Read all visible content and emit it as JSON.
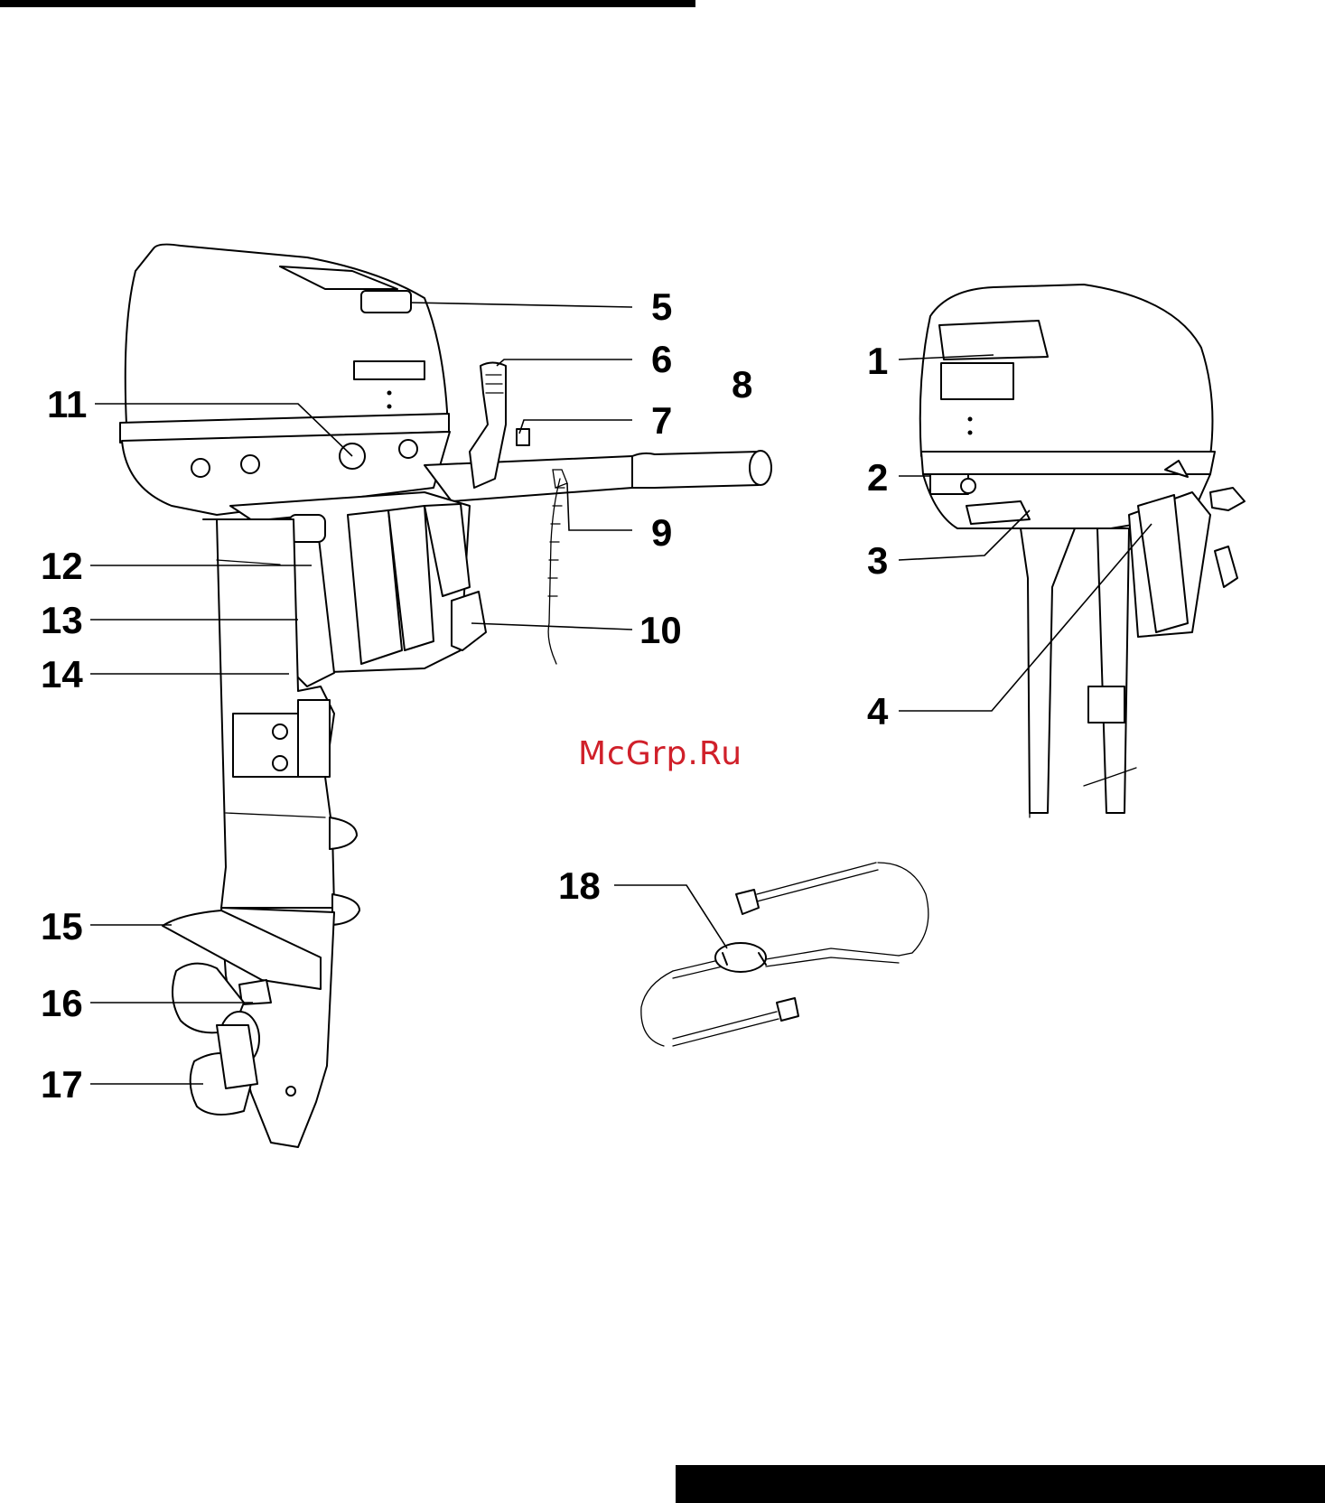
{
  "page": {
    "top_bar_color": "#000000",
    "bottom_bar_color": "#000000"
  },
  "watermark": "McGrp.Ru",
  "callouts": {
    "c1": "1",
    "c2": "2",
    "c3": "3",
    "c4": "4",
    "c5": "5",
    "c6": "6",
    "c7": "7",
    "c8": "8",
    "c9": "9",
    "c10": "10",
    "c11": "11",
    "c12": "12",
    "c13": "13",
    "c14": "14",
    "c15": "15",
    "c16": "16",
    "c17": "17",
    "c18": "18"
  },
  "figures": {
    "main_motor": "outboard-motor-side-view",
    "rear_motor": "outboard-motor-rear-view",
    "cable": "fuel-line-with-primer-bulb"
  }
}
